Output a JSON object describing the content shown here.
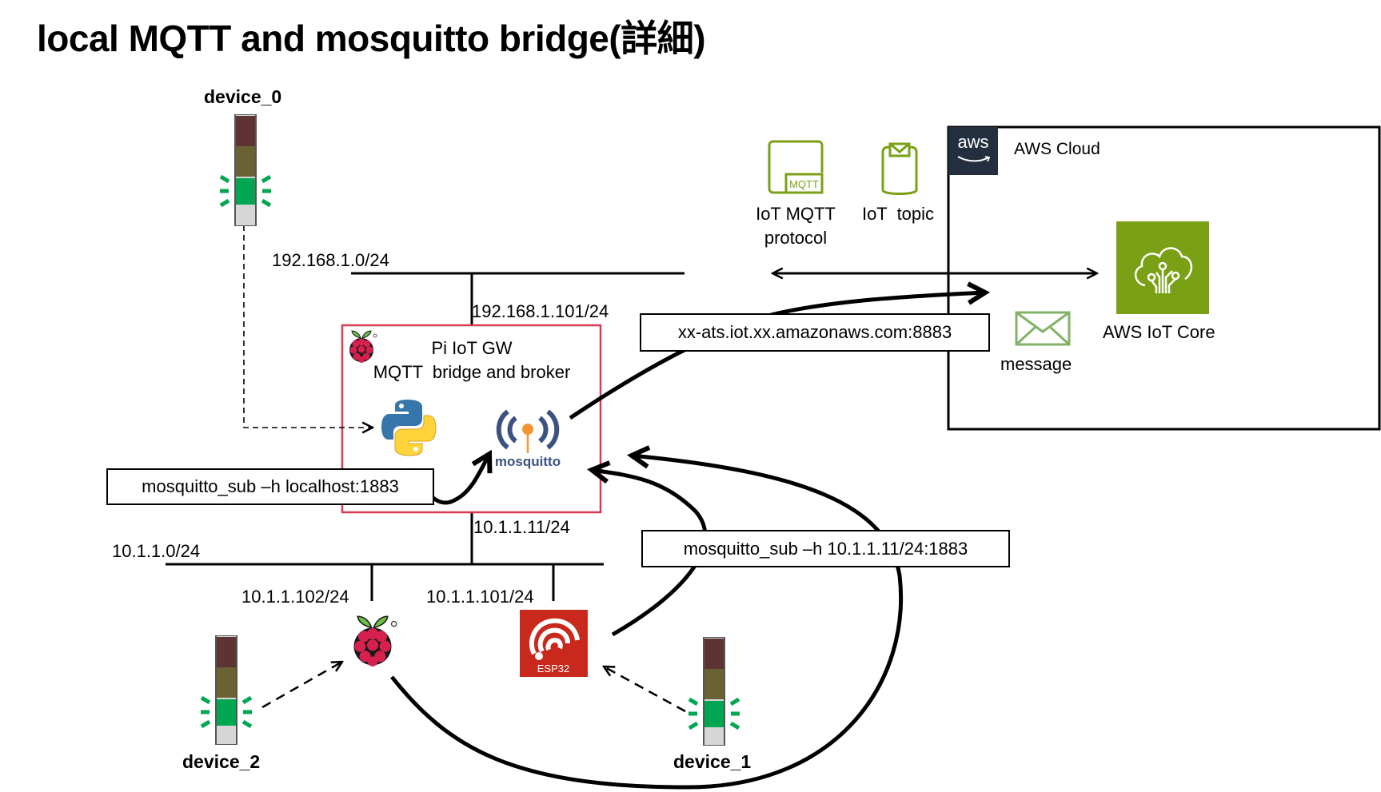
{
  "title": "local MQTT and mosquitto bridge(詳細)",
  "devices": {
    "device_0": "device_0",
    "device_1": "device_1",
    "device_2": "device_2"
  },
  "networks": {
    "lan_192": "192.168.1.0/24",
    "lan_10": "10.1.1.0/24"
  },
  "addresses": {
    "gw_192": "192.168.1.101/24",
    "gw_10": "10.1.1.11/24",
    "pi_device": "10.1.1.102/24",
    "esp32_device": "10.1.1.101/24"
  },
  "gateway": {
    "line1": "Pi IoT GW",
    "line2": "MQTT  bridge and broker"
  },
  "commands": {
    "local_sub": "mosquitto_sub –h localhost:1883",
    "remote_sub": "mosquitto_sub –h 10.1.1.11/24:1883",
    "aws_endpoint": "xx-ats.iot.xx.amazonaws.com:8883"
  },
  "legend": {
    "mqtt_protocol_l1": "IoT MQTT",
    "mqtt_protocol_l2": "protocol",
    "mqtt_badge": "MQTT",
    "iot_topic": "IoT  topic"
  },
  "aws": {
    "logo": "aws",
    "group_label": "AWS Cloud",
    "iot_core": "AWS IoT  Core",
    "message": "message"
  },
  "icons": {
    "esp32_label": "ESP32",
    "mosquitto_label": "mosquitto"
  },
  "colors": {
    "gw_border": "#dc3a50",
    "aws_green": "#7aa116",
    "aws_dark": "#232f3e",
    "led_green": "#00a651",
    "esp_red": "#c8291c",
    "msg_green": "#82b366"
  }
}
